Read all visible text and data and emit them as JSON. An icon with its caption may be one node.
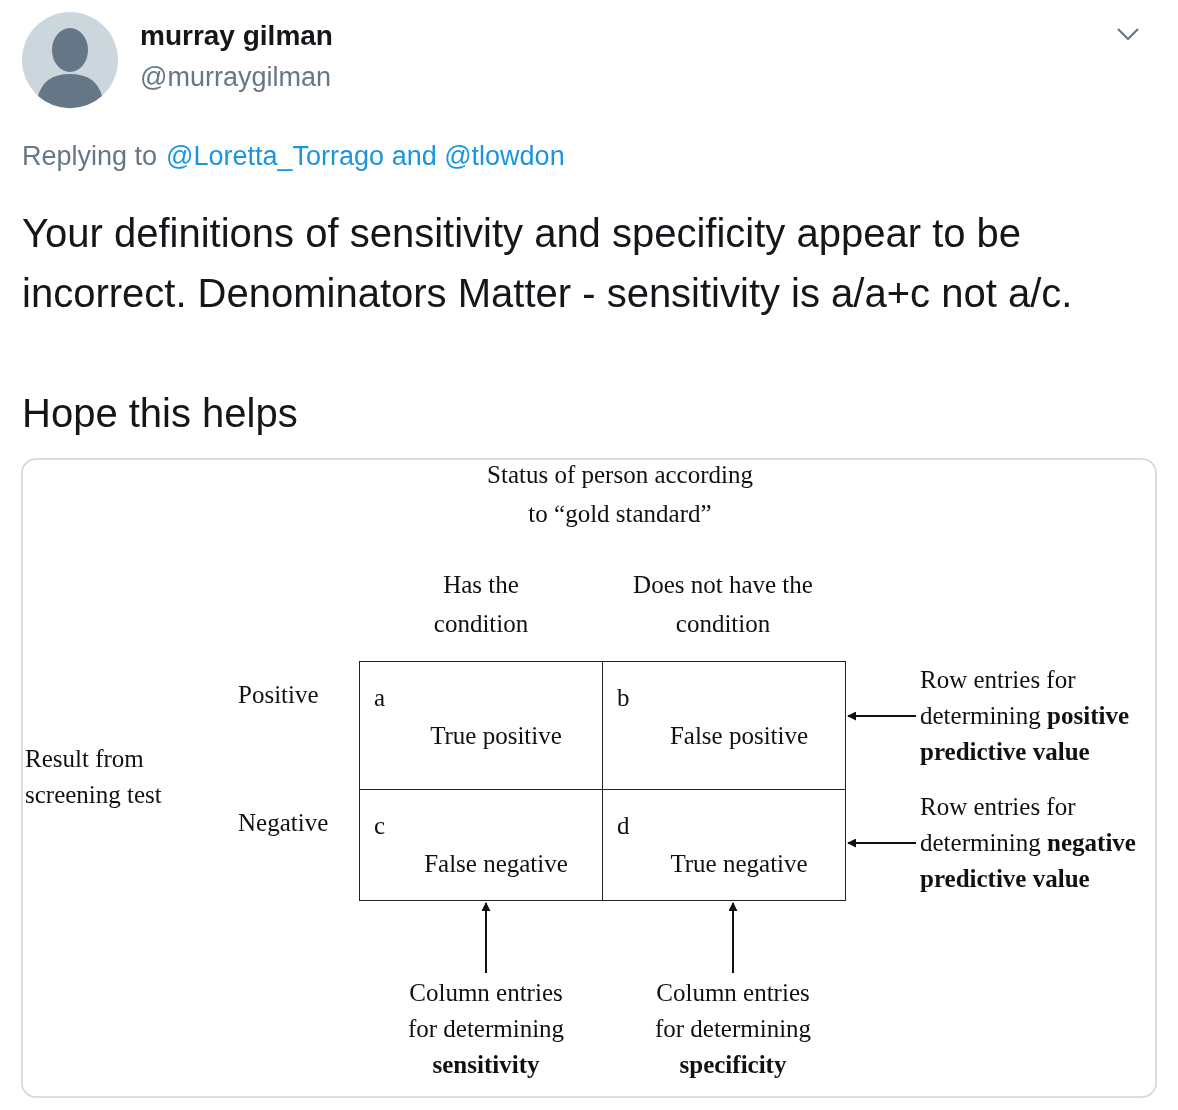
{
  "diagram": {
    "nodes": [
      {
        "text": [
          "a",
          "True positive"
        ]
      },
      {
        "text": [
          "b",
          "False positive"
        ]
      },
      {
        "text": [
          "Row entries for determining **positive predictive value**"
        ]
      },
      {
        "text": [
          "c",
          "False negative"
        ]
      },
      {
        "text": [
          "d",
          "True negative"
        ]
      },
      {
        "text": [
          "Row entries for determining **negative predictive value**"
        ]
      },
      {
        "text": [
          "Column entries for determining **sensitivity**"
        ]
      },
      {
        "text": [
          "Column entries for determining **specificity**"
        ]
      }
    ],
    "edges": [
      {
        "from": 2,
        "to": 1,
        "arrow": "to"
      },
      {
        "from": 5,
        "to": 4,
        "arrow": "to"
      },
      {
        "from": 6,
        "to": 3,
        "arrow": "to"
      },
      {
        "from": 7,
        "to": 4,
        "arrow": "to"
      }
    ],
    "labels": [
      "murray gilman",
      "@murraygilman",
      "Replying to",
      "@Loretta_Torrago and @tlowdon",
      "Your definitions of sensitivity and specificity appear to be incorrect. Denominators Matter - sensitivity is a/a+c not a/c.",
      "Hope this helps",
      "Status of person according to “gold standard”",
      "Has the condition",
      "Does not have the condition",
      "Positive",
      "Negative",
      "Result from screening test"
    ]
  }
}
